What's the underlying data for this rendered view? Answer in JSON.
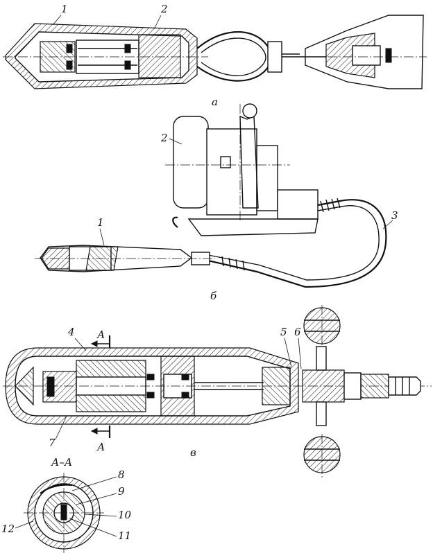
{
  "captions": {
    "a": "а",
    "b": "б",
    "v": "в"
  },
  "section_title": "А–А",
  "section_marks": {
    "top": "А",
    "bottom": "А"
  },
  "callouts": {
    "n1a": "1",
    "n2a": "2",
    "n2b": "2",
    "n1b": "1",
    "n3": "3",
    "n4": "4",
    "n5": "5",
    "n6": "6",
    "n7": "7",
    "n8": "8",
    "n9": "9",
    "n10": "10",
    "n11": "11",
    "n12": "12"
  }
}
